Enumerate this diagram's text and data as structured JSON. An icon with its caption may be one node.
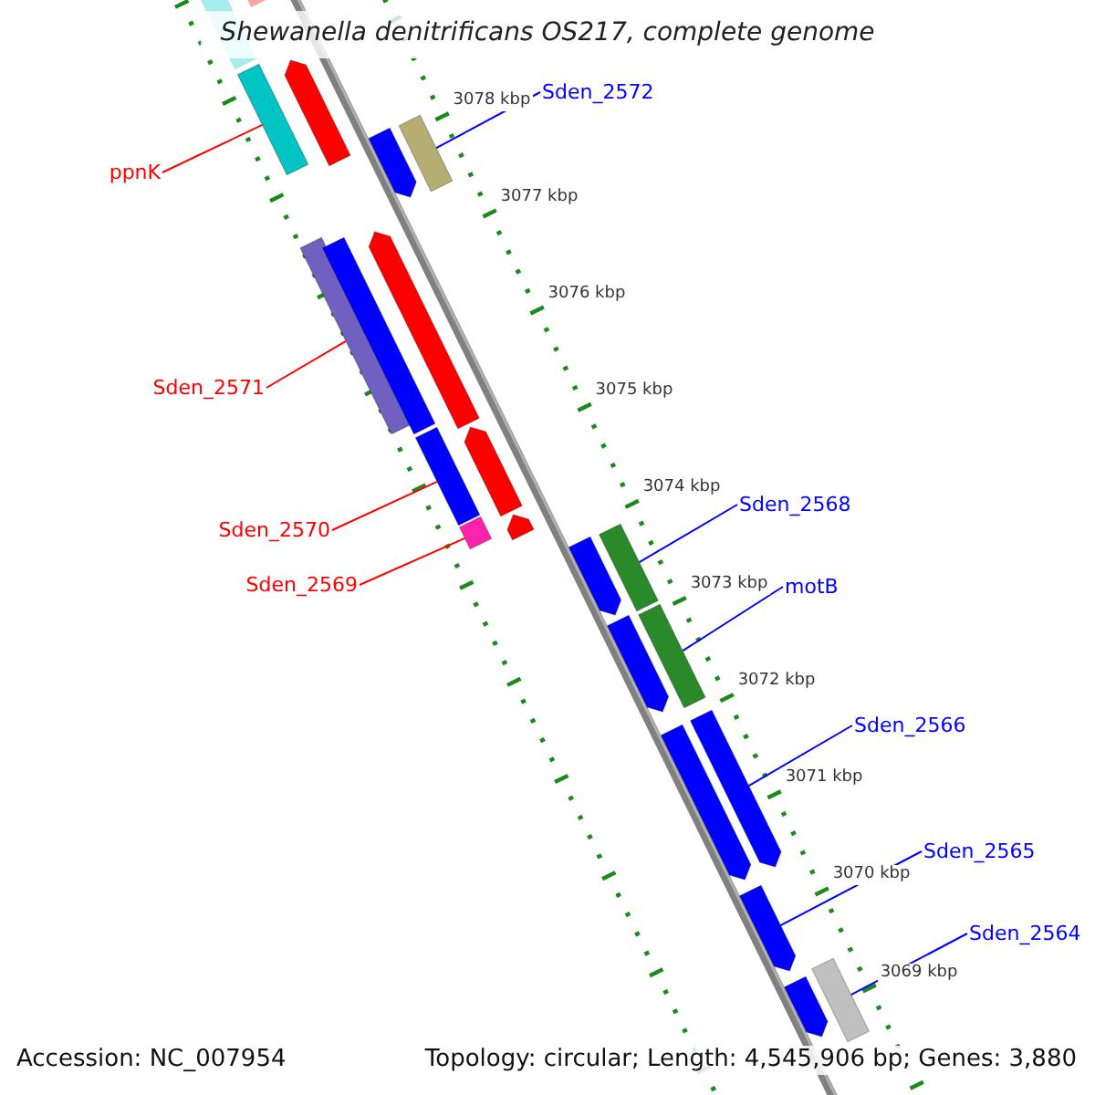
{
  "diagram": {
    "title": "Shewanella denitrificans OS217, complete genome",
    "nodes": [
      {
        "text": [
          "ppnK"
        ]
      },
      {
        "text": [],
        "shape": "bar"
      },
      {
        "text": [
          "Sden_2572"
        ]
      },
      {
        "text": [],
        "shape": "bar"
      },
      {
        "text": [
          "Sden_2571"
        ]
      },
      {
        "text": [],
        "shape": "bar"
      },
      {
        "text": [
          "Sden_2570"
        ]
      },
      {
        "text": [],
        "shape": "bar"
      },
      {
        "text": [
          "Sden_2569"
        ]
      },
      {
        "text": [],
        "shape": "bar"
      },
      {
        "text": [
          "Sden_2568"
        ]
      },
      {
        "text": [],
        "shape": "bar"
      },
      {
        "text": [
          "motB"
        ]
      },
      {
        "text": [],
        "shape": "bar"
      },
      {
        "text": [
          "Sden_2566"
        ]
      },
      {
        "text": [],
        "shape": "bar"
      },
      {
        "text": [
          "Sden_2565"
        ]
      },
      {
        "text": [],
        "shape": "bar"
      },
      {
        "text": [
          "Sden_2564"
        ]
      },
      {
        "text": [],
        "shape": "bar"
      },
      {
        "text": [],
        "shape": "bar"
      },
      {
        "text": [],
        "shape": "bar"
      },
      {
        "text": [],
        "shape": "bar"
      },
      {
        "text": [],
        "shape": "bar"
      },
      {
        "text": [],
        "shape": "bar"
      },
      {
        "text": [],
        "shape": "bar"
      },
      {
        "text": [],
        "shape": "bar"
      },
      {
        "text": [],
        "shape": "bar"
      },
      {
        "text": [],
        "shape": "bar"
      },
      {
        "text": [],
        "shape": "bar"
      },
      {
        "text": [],
        "shape": "bar"
      },
      {
        "text": [],
        "shape": "bar"
      }
    ],
    "edges": [
      {
        "from": 0,
        "to": 1,
        "arrow": "none",
        "color": "#ff0000"
      },
      {
        "from": 2,
        "to": 3,
        "arrow": "none",
        "color": "#0000ff"
      },
      {
        "from": 4,
        "to": 5,
        "arrow": "none",
        "color": "#ff0000"
      },
      {
        "from": 6,
        "to": 7,
        "arrow": "none",
        "color": "#ff0000"
      },
      {
        "from": 8,
        "to": 9,
        "arrow": "none",
        "color": "#ff0000"
      },
      {
        "from": 10,
        "to": 11,
        "arrow": "none",
        "color": "#0000ff"
      },
      {
        "from": 12,
        "to": 13,
        "arrow": "none",
        "color": "#0000ff"
      },
      {
        "from": 14,
        "to": 15,
        "arrow": "none",
        "color": "#0000ff"
      },
      {
        "from": 16,
        "to": 17,
        "arrow": "none",
        "color": "#0000ff"
      },
      {
        "from": 18,
        "to": 19,
        "arrow": "none",
        "color": "#0000ff"
      }
    ],
    "labels": [
      "3078 kbp",
      "3077 kbp",
      "3076 kbp",
      "3075 kbp",
      "3074 kbp",
      "3073 kbp",
      "3072 kbp",
      "3071 kbp",
      "3070 kbp",
      "3069 kbp",
      "Accession: NC_007954",
      "Topology: circular; Length: 4,545,906 bp; Genes: 3,880"
    ]
  }
}
